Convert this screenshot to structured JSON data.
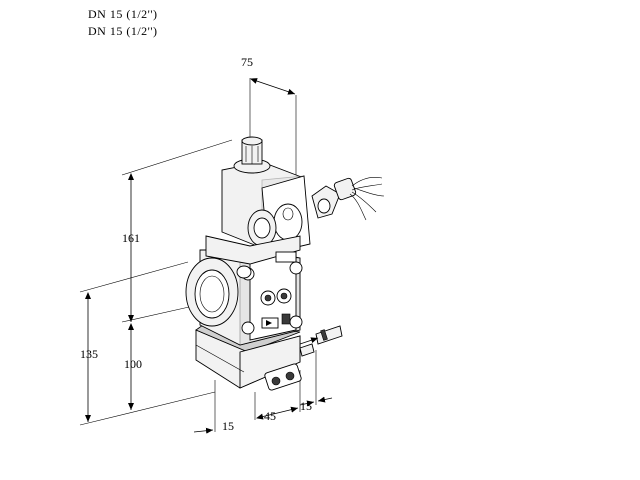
{
  "header": {
    "line1": "DN 15 (1/2'')",
    "line2": "DN 15 (1/2'')"
  },
  "dimensions": {
    "top_width": "75",
    "upper_height": "161",
    "total_height": "135",
    "lower_height": "100",
    "bottom_offset": "15",
    "bottom_width": "45",
    "side_offset": "15"
  }
}
